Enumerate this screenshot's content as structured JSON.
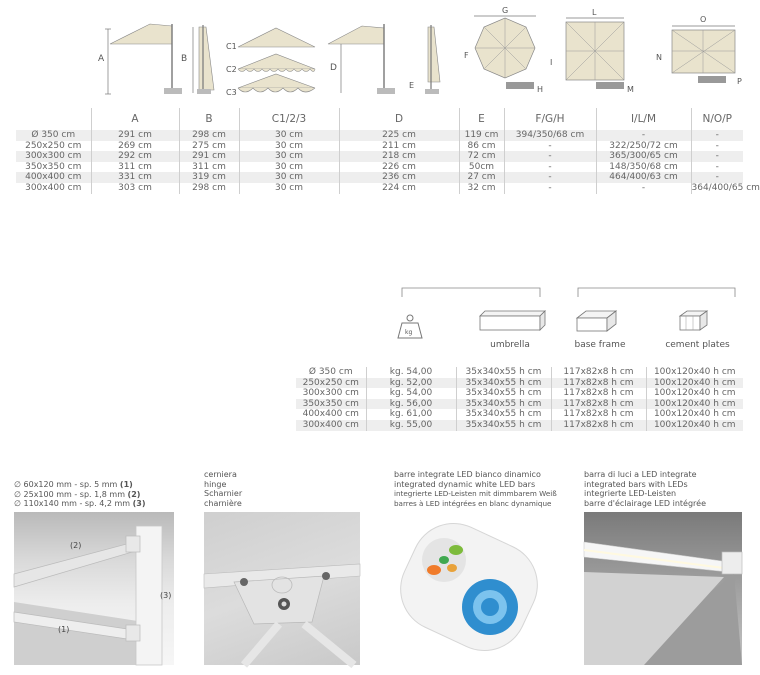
{
  "dimensions": {
    "drawing_labels": {
      "a": "A",
      "b": "B",
      "c1": "C1",
      "c2": "C2",
      "c3": "C3",
      "d": "D",
      "e": "E",
      "f": "F",
      "g": "G",
      "h": "H",
      "i": "I",
      "l": "L",
      "m": "M",
      "n": "N",
      "o": "O",
      "p": "P"
    },
    "columns": [
      "",
      "A",
      "B",
      "C1/2/3",
      "D",
      "E",
      "F/G/H",
      "I/L/M",
      "N/O/P"
    ],
    "rows": [
      [
        "Ø 350 cm",
        "291 cm",
        "298 cm",
        "30 cm",
        "225 cm",
        "119 cm",
        "394/350/68 cm",
        "-",
        "-"
      ],
      [
        "250x250 cm",
        "269 cm",
        "275 cm",
        "30 cm",
        "211 cm",
        "86 cm",
        "-",
        "322/250/72 cm",
        "-"
      ],
      [
        "300x300 cm",
        "292 cm",
        "291 cm",
        "30 cm",
        "218 cm",
        "72 cm",
        "-",
        "365/300/65 cm",
        "-"
      ],
      [
        "350x350 cm",
        "311 cm",
        "311 cm",
        "30 cm",
        "226 cm",
        "50cm",
        "-",
        "148/350/68 cm",
        "-"
      ],
      [
        "400x400 cm",
        "331 cm",
        "319 cm",
        "30 cm",
        "236 cm",
        "27 cm",
        "-",
        "464/400/63 cm",
        "-"
      ],
      [
        "300x400 cm",
        "303 cm",
        "298 cm",
        "30 cm",
        "224 cm",
        "32 cm",
        "-",
        "-",
        "364/400/65 cm"
      ]
    ]
  },
  "packaging": {
    "weight_icon_label": "kg",
    "headers": [
      "umbrella",
      "base frame",
      "cement plates"
    ],
    "rows": [
      [
        "Ø 350 cm",
        "kg. 54,00",
        "35x340x55 h cm",
        "117x82x8 h cm",
        "100x120x40 h cm"
      ],
      [
        "250x250 cm",
        "kg. 52,00",
        "35x340x55 h cm",
        "117x82x8 h cm",
        "100x120x40 h cm"
      ],
      [
        "300x300 cm",
        "kg. 54,00",
        "35x340x55 h cm",
        "117x82x8 h cm",
        "100x120x40 h cm"
      ],
      [
        "350x350 cm",
        "kg. 56,00",
        "35x340x55 h cm",
        "117x82x8 h cm",
        "100x120x40 h cm"
      ],
      [
        "400x400 cm",
        "kg. 61,00",
        "35x340x55 h cm",
        "117x82x8 h cm",
        "100x120x40 h cm"
      ],
      [
        "300x400 cm",
        "kg. 55,00",
        "35x340x55 h cm",
        "117x82x8 h cm",
        "100x120x40 h cm"
      ]
    ]
  },
  "profiles": {
    "lines": [
      "∅ 60x120 mm - sp. 5 mm",
      "∅ 25x100 mm - sp. 1,8 mm",
      "∅ 110x140 mm - sp. 4,2 mm"
    ],
    "markers": [
      "(1)",
      "(2)",
      "(3)"
    ]
  },
  "hinge": {
    "lines": [
      "cerniera",
      "hinge",
      "Scharnier",
      "charnière"
    ]
  },
  "led_dynamic": {
    "lines": [
      "barre integrate LED bianco dinamico",
      "integrated dynamic white LED bars",
      "integrierte LED-Leisten mit dimmbarem Weiß",
      "barres à LED intégrées en blanc dynamique"
    ]
  },
  "led_bars": {
    "lines": [
      "barra di luci a LED integrate",
      "integrated bars with LEDs",
      "integrierte LED-Leisten",
      "barre d'éclairage LED intégrée"
    ]
  }
}
